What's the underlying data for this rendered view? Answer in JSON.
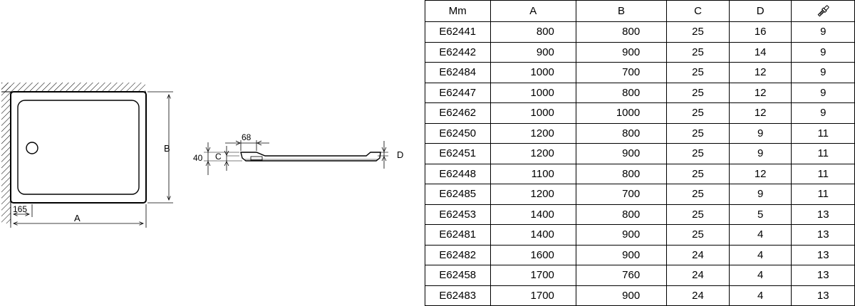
{
  "drawing": {
    "labels": {
      "dim_a": "A",
      "dim_b": "B",
      "dim_165": "165",
      "dim_68": "68",
      "dim_40": "40",
      "dim_c": "C",
      "dim_d": "D"
    },
    "icons": {
      "header_wrench": "wrench-icon"
    }
  },
  "table": {
    "headers": [
      "Mm",
      "A",
      "B",
      "C",
      "D"
    ],
    "rows": [
      [
        "E62441",
        "800",
        "800",
        "25",
        "16",
        "9"
      ],
      [
        "E62442",
        "900",
        "900",
        "25",
        "14",
        "9"
      ],
      [
        "E62484",
        "1000",
        "700",
        "25",
        "12",
        "9"
      ],
      [
        "E62447",
        "1000",
        "800",
        "25",
        "12",
        "9"
      ],
      [
        "E62462",
        "1000",
        "1000",
        "25",
        "12",
        "9"
      ],
      [
        "E62450",
        "1200",
        "800",
        "25",
        "9",
        "11"
      ],
      [
        "E62451",
        "1200",
        "900",
        "25",
        "9",
        "11"
      ],
      [
        "E62448",
        "1100",
        "800",
        "25",
        "12",
        "11"
      ],
      [
        "E62485",
        "1200",
        "700",
        "25",
        "9",
        "11"
      ],
      [
        "E62453",
        "1400",
        "800",
        "25",
        "5",
        "13"
      ],
      [
        "E62481",
        "1400",
        "900",
        "25",
        "4",
        "13"
      ],
      [
        "E62482",
        "1600",
        "900",
        "24",
        "4",
        "13"
      ],
      [
        "E62458",
        "1700",
        "760",
        "24",
        "4",
        "13"
      ],
      [
        "E62483",
        "1700",
        "900",
        "24",
        "4",
        "13"
      ]
    ]
  }
}
